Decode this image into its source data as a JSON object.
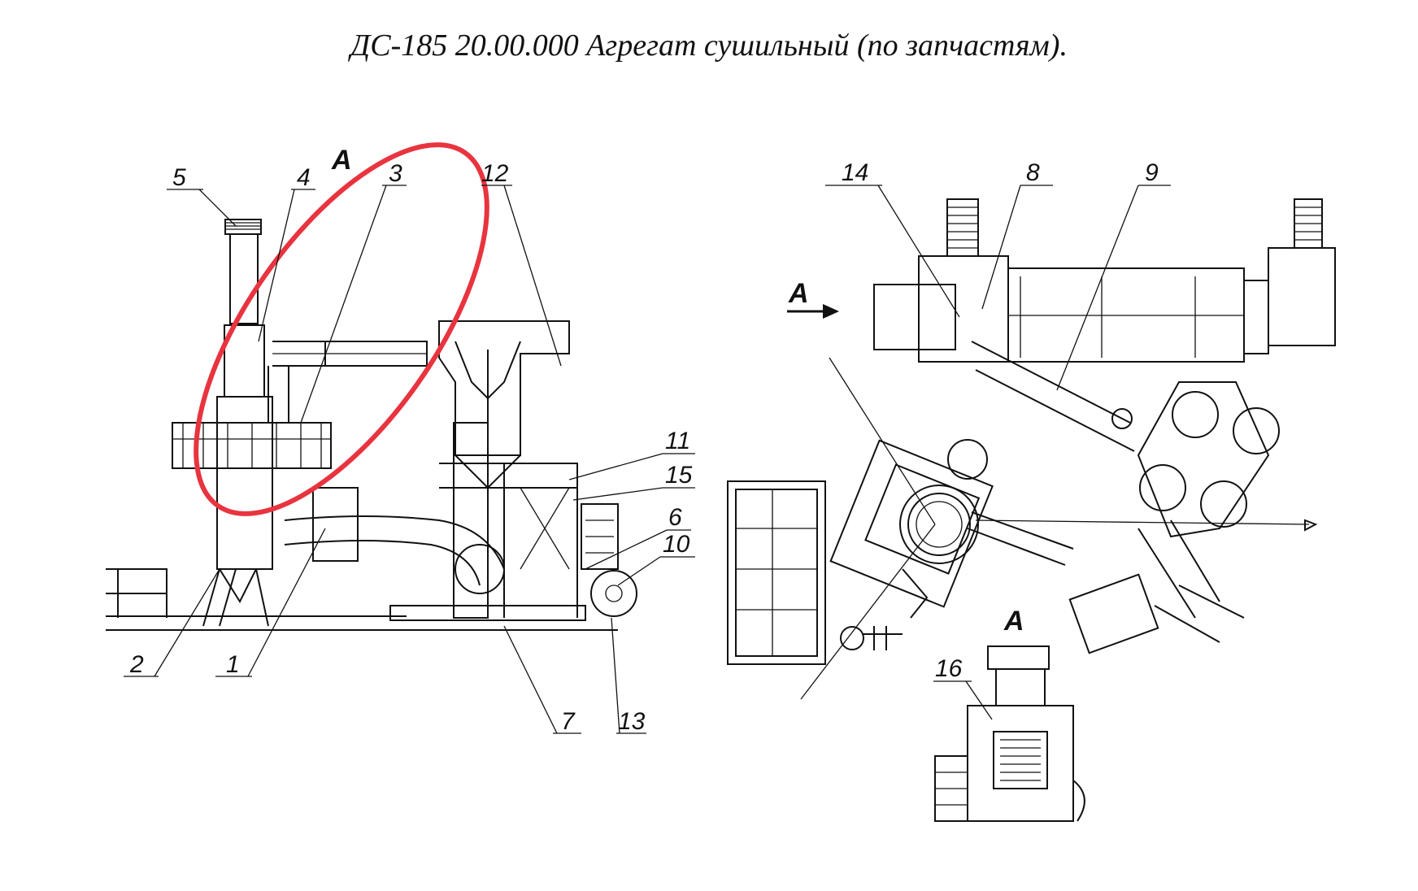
{
  "title": "ДС-185 20.00.000  Агрегат сушильный (по запчастям).",
  "view_label": "А",
  "colors": {
    "line": "#111111",
    "highlight": "#e8343f",
    "background": "#ffffff"
  },
  "parts": [
    "1",
    "2",
    "3",
    "4",
    "5",
    "6",
    "7",
    "8",
    "9",
    "10",
    "11",
    "12",
    "13",
    "14",
    "15",
    "16"
  ]
}
